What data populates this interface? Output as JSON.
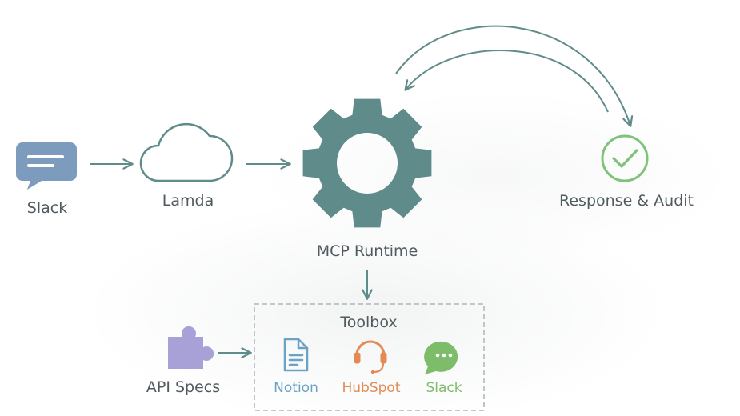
{
  "nodes": {
    "slack": "Slack",
    "lamda": "Lamda",
    "runtime": "MCP Runtime",
    "response": "Response & Audit",
    "api_specs": "API Specs"
  },
  "toolbox": {
    "title": "Toolbox",
    "tools": [
      {
        "label": "Notion",
        "icon": "document-icon",
        "color": "#6ba3c4"
      },
      {
        "label": "HubSpot",
        "icon": "headset-icon",
        "color": "#e48a55"
      },
      {
        "label": "Slack",
        "icon": "chat-bubble-icon",
        "color": "#7dbd6a"
      }
    ]
  },
  "colors": {
    "primary": "#5f8b8a",
    "text": "#4f5b5e",
    "slack_icon": "#7d9bbd",
    "puzzle_icon": "#a7a1d8",
    "check": "#7fc27a"
  }
}
